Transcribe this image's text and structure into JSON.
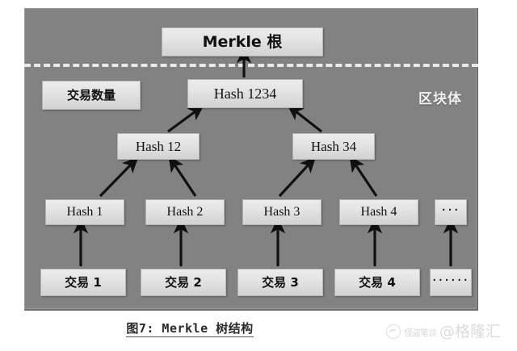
{
  "figure": {
    "caption": "图7: Merkle 树结构",
    "block_body_label": "区块体"
  },
  "nodes": {
    "merkle_root": "Merkle 根",
    "tx_count": "交易数量",
    "hash1234": "Hash 1234",
    "hash12": "Hash 12",
    "hash34": "Hash 34",
    "hash1": "Hash 1",
    "hash2": "Hash 2",
    "hash3": "Hash 3",
    "hash4": "Hash 4",
    "hash_more": "···",
    "tx1": "交易 1",
    "tx2": "交易 2",
    "tx3": "交易 3",
    "tx4": "交易 4",
    "tx_more": "······"
  },
  "watermark": {
    "small_text": "怪盗笔谈",
    "main_text": "@格隆汇"
  },
  "colors": {
    "panel_background": "#828282",
    "node_fill": "#e2e2e2",
    "node_border": "#b4b4b4",
    "divider": "#e9e9e9",
    "arrow": "#111111",
    "label_text": "#f2f2f2"
  },
  "chart_data": {
    "type": "diagram",
    "title": "图7: Merkle 树结构",
    "structure": "merkle-tree",
    "levels": [
      {
        "level": 0,
        "name": "root",
        "nodes": [
          "Merkle 根"
        ]
      },
      {
        "level": 1,
        "name": "internal",
        "nodes": [
          "Hash 1234"
        ]
      },
      {
        "level": 2,
        "name": "internal",
        "nodes": [
          "Hash 12",
          "Hash 34"
        ]
      },
      {
        "level": 3,
        "name": "leaf-hash",
        "nodes": [
          "Hash 1",
          "Hash 2",
          "Hash 3",
          "Hash 4",
          "···"
        ]
      },
      {
        "level": 4,
        "name": "transaction",
        "nodes": [
          "交易 1",
          "交易 2",
          "交易 3",
          "交易 4",
          "······"
        ]
      }
    ],
    "side_nodes": [
      "交易数量"
    ],
    "edges": [
      {
        "from": "Hash 1234",
        "to": "Merkle 根"
      },
      {
        "from": "Hash 12",
        "to": "Hash 1234"
      },
      {
        "from": "Hash 34",
        "to": "Hash 1234"
      },
      {
        "from": "Hash 1",
        "to": "Hash 12"
      },
      {
        "from": "Hash 2",
        "to": "Hash 12"
      },
      {
        "from": "Hash 3",
        "to": "Hash 34"
      },
      {
        "from": "Hash 4",
        "to": "Hash 34"
      },
      {
        "from": "交易 1",
        "to": "Hash 1"
      },
      {
        "from": "交易 2",
        "to": "Hash 2"
      },
      {
        "from": "交易 3",
        "to": "Hash 3"
      },
      {
        "from": "交易 4",
        "to": "Hash 4"
      },
      {
        "from": "······",
        "to": "···"
      }
    ],
    "annotations": [
      "区块体"
    ]
  }
}
